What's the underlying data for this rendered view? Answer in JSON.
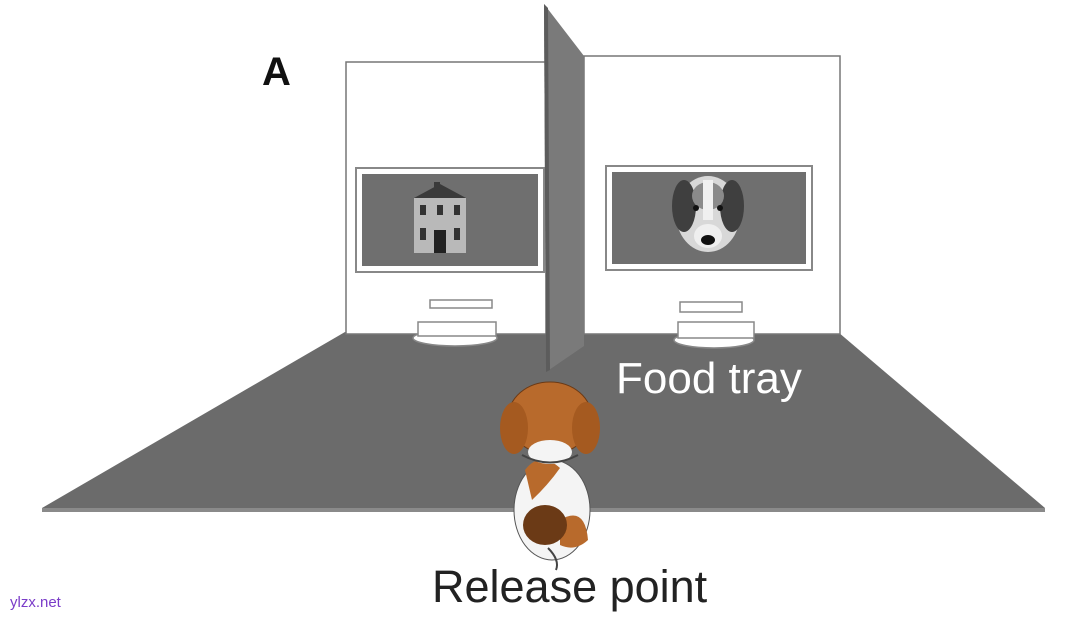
{
  "panel_label": "A",
  "labels": {
    "food_tray": "Food tray",
    "release_point": "Release point"
  },
  "watermark": "ylzx.net",
  "colors": {
    "floor": "#6b6b6b",
    "divider": "#7a7a7a",
    "screen": "#6f6f6f",
    "wall": "#ffffff",
    "dog_brown": "#b86a2c"
  },
  "screens": [
    {
      "side": "left",
      "stimulus": "house-icon"
    },
    {
      "side": "right",
      "stimulus": "dog-face-icon"
    }
  ]
}
